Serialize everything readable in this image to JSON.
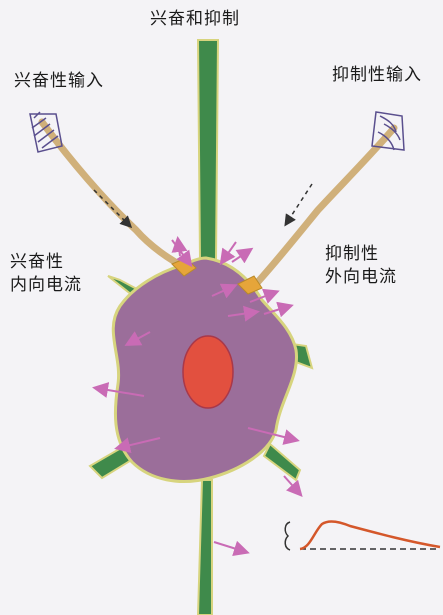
{
  "labels": {
    "title": "兴奋和抑制",
    "excitatory_input": "兴奋性输入",
    "inhibitory_input": "抑制性输入",
    "excitatory_inward_current": [
      "兴奋性",
      "内向电流"
    ],
    "inhibitory_outward_current": [
      "抑制性",
      "外向电流"
    ]
  },
  "colors": {
    "background": "#f4f3f6",
    "soma": "#9b6e9a",
    "nucleus": "#e2503f",
    "axon_dendrite": "#3f8a4b",
    "membrane_edge": "#d7d47e",
    "presynaptic_fiber": "#d0b07a",
    "terminal": "#e6a53a",
    "current_arrow": "#c96bb5",
    "coil": "#5a4f8e",
    "potential_trace": "#d4572a"
  },
  "icons": [
    "excitatory-coil-icon",
    "inhibitory-coil-icon",
    "postsynaptic-potential-trace-icon"
  ]
}
